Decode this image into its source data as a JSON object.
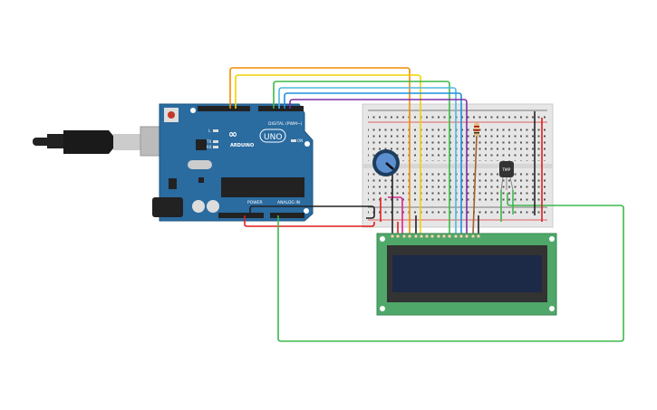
{
  "arduino": {
    "brand": "ARDUINO",
    "model": "UNO",
    "digital_label": "DIGITAL (PWM~)",
    "power_label": "POWER",
    "analog_label": "ANALOG IN",
    "led_l": "L",
    "led_tx": "TX",
    "led_rx": "RX",
    "led_on": "ON",
    "color": "#2a6ba0"
  },
  "sensor": {
    "label": "TMP"
  },
  "colors": {
    "breadboard": "#e6e6e6",
    "lcd_board": "#4fa86a",
    "lcd_screen": "#1c2a47",
    "wire_orange": "#f08c00",
    "wire_yellow": "#f2d200",
    "wire_green": "#3db84a",
    "wire_lightblue": "#4fb8e0",
    "wire_blue": "#1e8fe0",
    "wire_purple": "#7b2fa8",
    "wire_brown": "#a0602a",
    "wire_black": "#222222",
    "wire_red": "#e01e1e",
    "wire_pink": "#e0208a"
  }
}
